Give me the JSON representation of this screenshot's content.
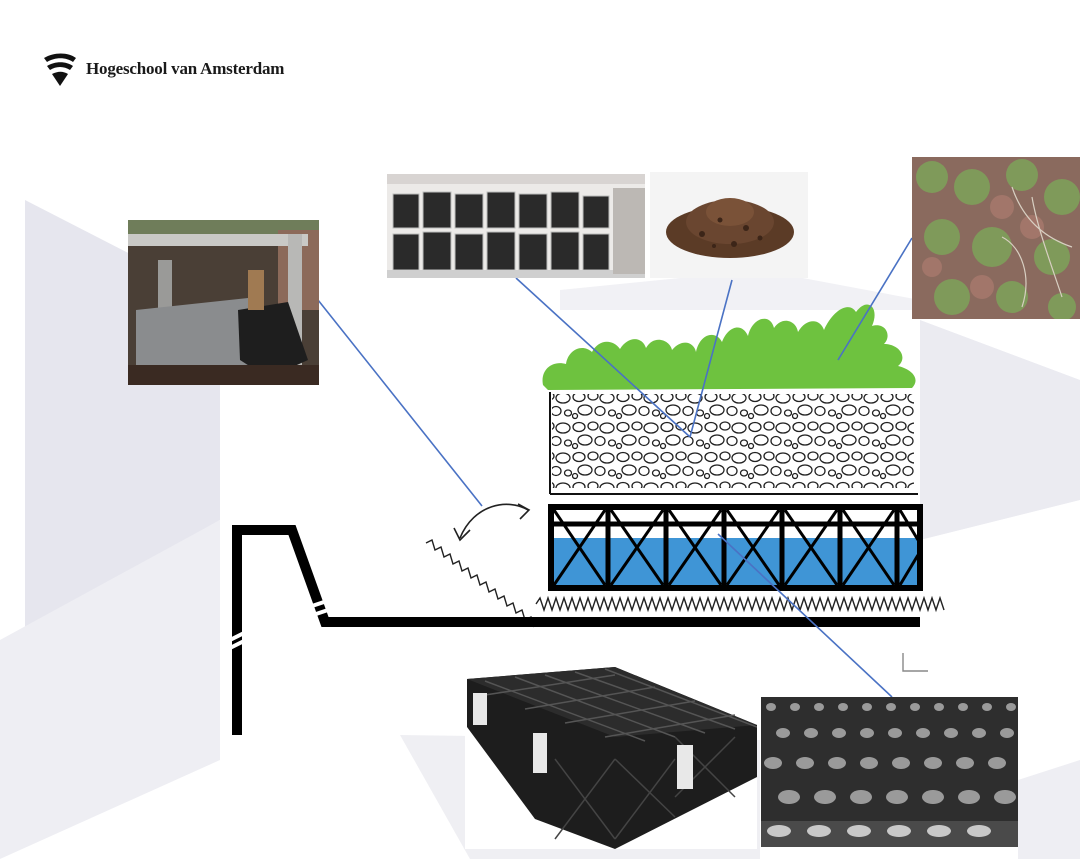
{
  "brand": {
    "name": "Hogeschool van Amsterdam",
    "logo_icon": "hva-logo-icon"
  },
  "diagram": {
    "type": "green-roof-cross-section",
    "layers": [
      "vegetation",
      "substrate",
      "water-retention-crates",
      "drainage-mat",
      "roof-edge"
    ],
    "colors": {
      "vegetation": "#6ec23f",
      "water": "#3f95d6",
      "structure": "#000000",
      "callout_line": "#4a72c4",
      "background_shapes": "#e7e7ee"
    }
  },
  "photos": [
    {
      "name": "photo-gutter",
      "subject": "metal gutter on roof edge"
    },
    {
      "name": "photo-jars",
      "subject": "jars with substrate samples"
    },
    {
      "name": "photo-substrate",
      "subject": "pile of substrate"
    },
    {
      "name": "photo-sedum",
      "subject": "sedum vegetation"
    },
    {
      "name": "photo-crates",
      "subject": "plastic water storage crates"
    },
    {
      "name": "photo-drainmat",
      "subject": "drainage mat"
    }
  ]
}
